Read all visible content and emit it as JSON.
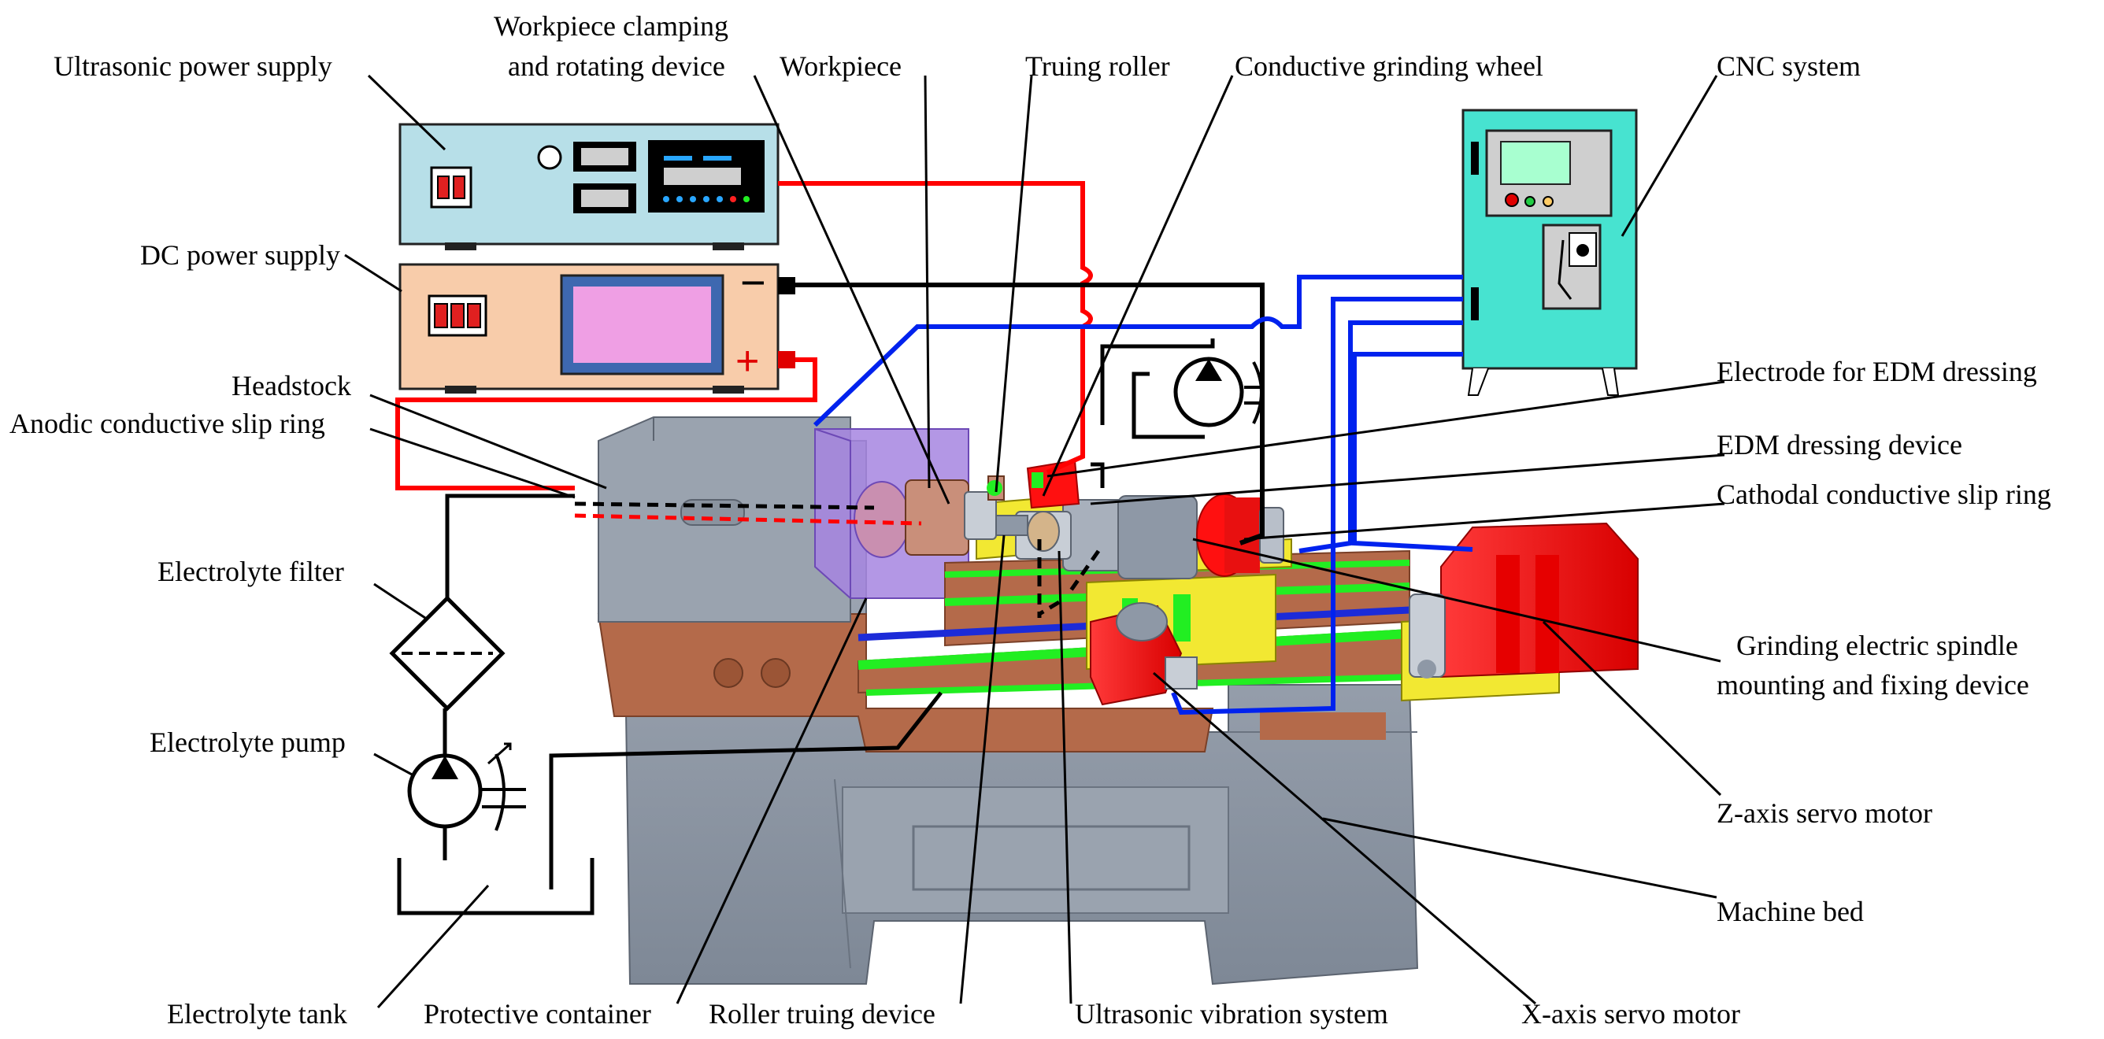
{
  "labels": {
    "ultrasonic_power_supply": "Ultrasonic power supply",
    "clamping_line1": "Workpiece clamping",
    "clamping_line2": "and rotating device",
    "workpiece": "Workpiece",
    "truing_roller": "Truing roller",
    "conductive_grinding_wheel": "Conductive grinding wheel",
    "cnc_system": "CNC system",
    "dc_power_supply": "DC power supply",
    "electrode_edm": "Electrode for EDM dressing",
    "edm_dressing_device": "EDM dressing device",
    "cathodal_slip_ring": "Cathodal conductive slip ring",
    "headstock": "Headstock",
    "anodic_slip_ring": "Anodic conductive slip ring",
    "electrolyte_filter": "Electrolyte filter",
    "electrolyte_pump": "Electrolyte pump",
    "electrolyte_tank": "Electrolyte tank",
    "grinding_spindle_line1": "Grinding electric spindle",
    "grinding_spindle_line2": "mounting and fixing device",
    "z_axis_servo_motor": "Z-axis servo motor",
    "machine_bed": "Machine bed",
    "protective_container": "Protective container",
    "roller_truing_device": "Roller truing device",
    "ultrasonic_vibration_system": "Ultrasonic vibration system",
    "x_axis_servo_motor": "X-axis servo motor"
  },
  "symbols": {
    "minus": "−",
    "plus": "+"
  },
  "colors": {
    "wire_red": "#ff0000",
    "wire_blue": "#0022ee",
    "wire_black": "#000000",
    "ultrasonic_panel": "#b7dfe8",
    "dc_panel": "#f8ccaa",
    "dc_screen": "#ef9fe4",
    "cnc_cabinet": "#47e3d0",
    "machine_gray": "#8e98a6",
    "copper_band": "#b46a4a",
    "protective_purple": "#a685e0",
    "rail_green": "#22ee22",
    "carriage_yellow": "#f2e832",
    "motor_red": "#ff1010"
  }
}
